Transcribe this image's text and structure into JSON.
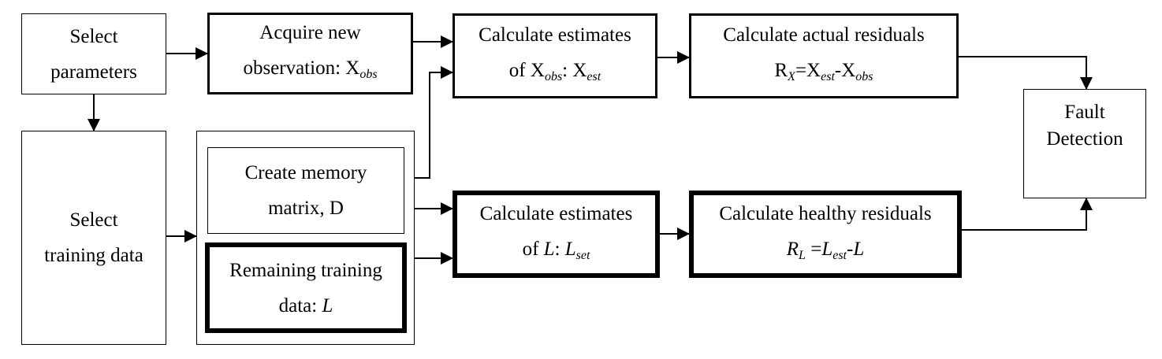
{
  "boxes": {
    "select_parameters": {
      "line1": "Select",
      "line2": "parameters"
    },
    "select_training": {
      "line1": "Select",
      "line2": "training data"
    },
    "acquire": {
      "line1": "Acquire new",
      "line2_prefix": "observation: X",
      "line2_sub": "obs"
    },
    "create_memory": {
      "line1": "Create memory",
      "line2": "matrix, D"
    },
    "remaining": {
      "line1": "Remaining training",
      "line2_prefix": "data: ",
      "line2_var": "L"
    },
    "calc_est_x": {
      "line1": "Calculate estimates",
      "l2_a": "of X",
      "l2_sub1": "obs",
      "l2_b": ": X",
      "l2_sub2": "est"
    },
    "calc_est_l": {
      "line1": "Calculate estimates",
      "l2_a": "of ",
      "l2_var1": "L",
      "l2_b": ": ",
      "l2_var2": "L",
      "l2_sub": "set"
    },
    "actual_res": {
      "line1": "Calculate actual residuals",
      "l2_r": "R",
      "l2_rsub": "X",
      "l2_eq": "=X",
      "l2_sub1": "est",
      "l2_minus": "-X",
      "l2_sub2": "obs"
    },
    "healthy_res": {
      "line1": "Calculate healthy residuals",
      "l2_r": "R",
      "l2_rsub": "L",
      "l2_eq": " =",
      "l2_lest": "L",
      "l2_sub": "est",
      "l2_minus": "-",
      "l2_l": "L"
    },
    "fault": {
      "line1": "Fault",
      "line2": "Detection"
    }
  }
}
